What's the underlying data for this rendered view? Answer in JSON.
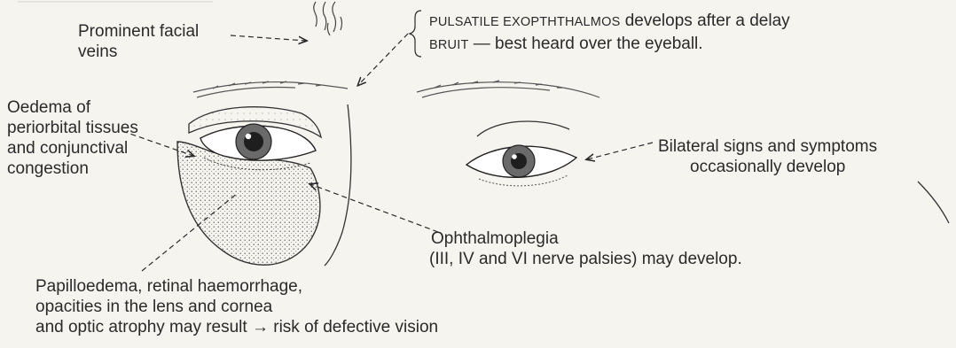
{
  "top_label_partial": "",
  "labels": {
    "facial_veins": [
      "Prominent facial",
      "veins"
    ],
    "pulsatile": {
      "caps": "PULSATILE EXOPTHTHALMOS",
      "rest": " develops after a delay"
    },
    "bruit": {
      "caps": "BRUIT",
      "rest": " — best heard over the eyeball."
    },
    "oedema": [
      "Oedema of",
      "periorbital tissues",
      "and conjunctival",
      "congestion"
    ],
    "bilateral": [
      "Bilateral signs and symptoms",
      "occasionally develop"
    ],
    "ophthalmoplegia": [
      "Ophthalmoplegia",
      "(III, IV and VI nerve palsies) may develop."
    ],
    "papilloedema": [
      "Papilloedema, retinal haemorrhage,",
      "opacities in the lens and cornea",
      "and optic atrophy may result → risk of defective vision"
    ]
  },
  "colors": {
    "background": "#f6f4ef",
    "ink": "#2a2a2a",
    "shade": "#555555"
  }
}
